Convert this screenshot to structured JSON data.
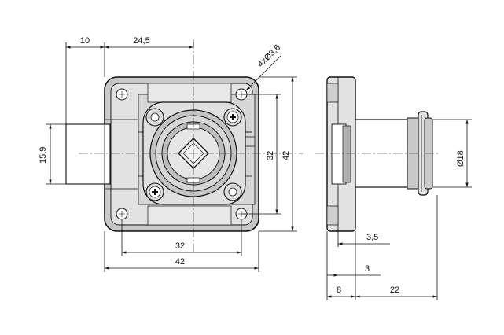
{
  "dimensions": {
    "top_left_width": "10",
    "top_center_offset": "24,5",
    "holes": "4xØ3,6",
    "left_height": "15,9",
    "right_inner_height": "32",
    "right_outer_height": "42",
    "bottom_inner_width": "32",
    "bottom_outer_width": "42",
    "side_diameter": "Ø18",
    "side_step": "3,5",
    "side_flange": "3",
    "side_base": "8",
    "side_length": "22"
  }
}
